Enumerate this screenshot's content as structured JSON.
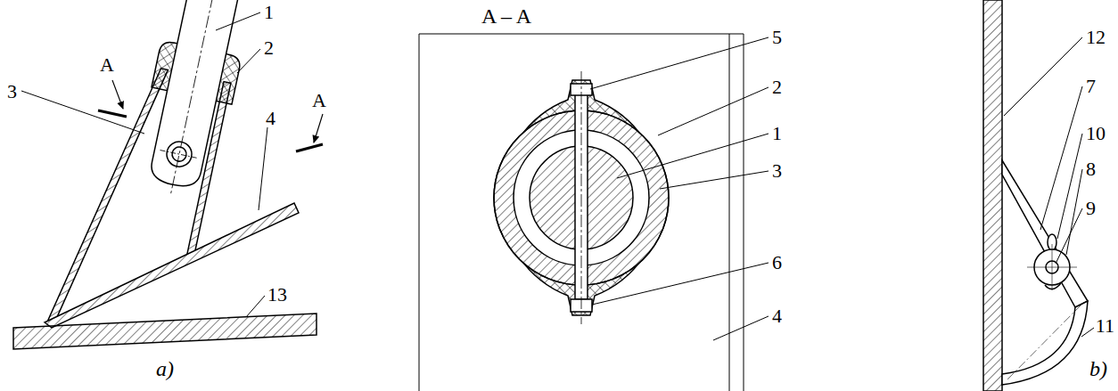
{
  "diagram": {
    "labels": [
      "1",
      "2",
      "A",
      "3",
      "A",
      "4",
      "13",
      "a)",
      "A – A",
      "5",
      "2",
      "1",
      "3",
      "6",
      "4",
      "12",
      "7",
      "10",
      "8",
      "9",
      "11",
      "b)"
    ]
  }
}
